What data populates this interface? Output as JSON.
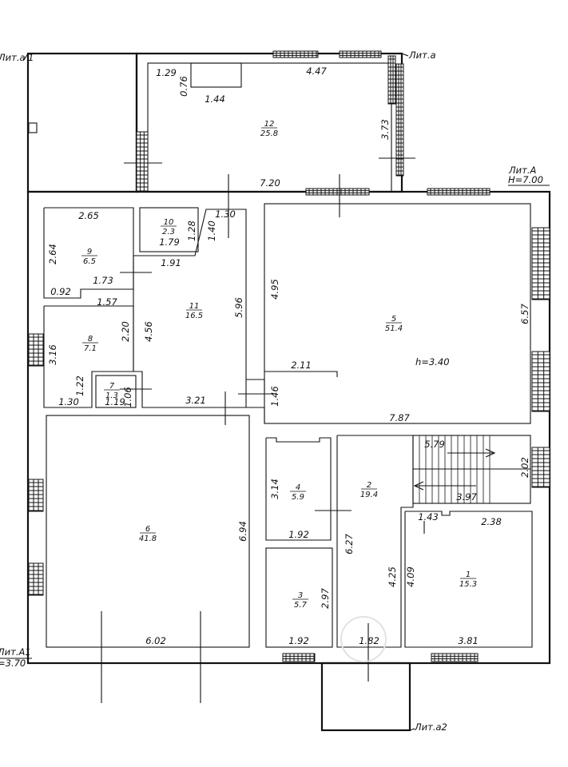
{
  "labels": {
    "lit_a1": "Лит.а 1",
    "lit_a": "Лит.а",
    "lit_A": "Лит.А",
    "lit_A_height": "H=7.00",
    "lit_A1": "Лит.А1",
    "lit_A1_height": "=3.70",
    "lit_a2": "Лит.а2",
    "room5_height": "h=3.40"
  },
  "rooms": [
    {
      "no": "12",
      "area": "25.8"
    },
    {
      "no": "10",
      "area": "2.3"
    },
    {
      "no": "9",
      "area": "6.5"
    },
    {
      "no": "11",
      "area": "16.5"
    },
    {
      "no": "5",
      "area": "51.4"
    },
    {
      "no": "8",
      "area": "7.1"
    },
    {
      "no": "7",
      "area": "1.3"
    },
    {
      "no": "6",
      "area": "41.8"
    },
    {
      "no": "4",
      "area": "5.9"
    },
    {
      "no": "2",
      "area": "19.4"
    },
    {
      "no": "3",
      "area": "5.7"
    },
    {
      "no": "1",
      "area": "15.3"
    }
  ],
  "dims": [
    "1.29",
    "0.76",
    "4.47",
    "1.44",
    "3.73",
    "7.20",
    "2.65",
    "2.64",
    "1.73",
    "0.92",
    "1.28",
    "1.79",
    "1.40",
    "1.30",
    "1.91",
    "4.95",
    "6.57",
    "2.11",
    "1.57",
    "2.20",
    "4.56",
    "3.16",
    "1.22",
    "1.30",
    "1.06",
    "1.19",
    "3.21",
    "5.96",
    "1.46",
    "7.87",
    "5.79",
    "2.02",
    "3.97",
    "1.43",
    "2.38",
    "3.14",
    "1.92",
    "6.27",
    "4.25",
    "4.09",
    "6.94",
    "2.97",
    "1.92",
    "1.82",
    "3.81",
    "6.02"
  ]
}
